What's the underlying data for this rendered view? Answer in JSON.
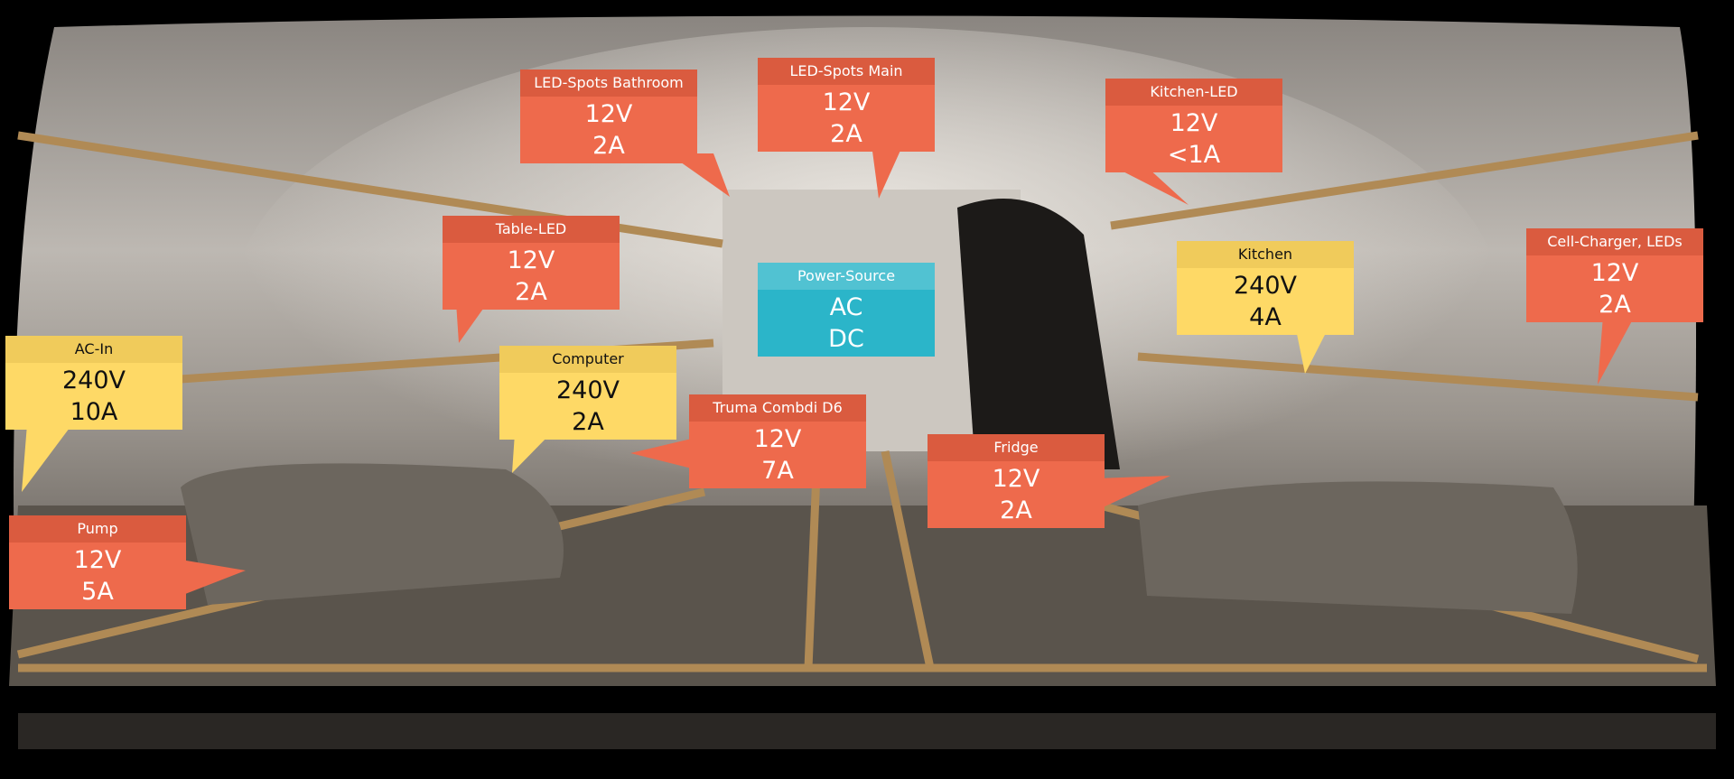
{
  "colors": {
    "current_12v": "#EE6A4C",
    "ac_240v": "#FED966",
    "power_source": "#2BB5C9"
  },
  "callouts": {
    "led_spots_bathroom": {
      "title": "LED-Spots Bathroom",
      "voltage": "12V",
      "current": "2A"
    },
    "led_spots_main": {
      "title": "LED-Spots Main",
      "voltage": "12V",
      "current": "2A"
    },
    "kitchen_led": {
      "title": "Kitchen-LED",
      "voltage": "12V",
      "current": "<1A"
    },
    "table_led": {
      "title": "Table-LED",
      "voltage": "12V",
      "current": "2A"
    },
    "power_source": {
      "title": "Power-Source",
      "voltage": "AC",
      "current": "DC"
    },
    "kitchen": {
      "title": "Kitchen",
      "voltage": "240V",
      "current": "4A"
    },
    "cell_charger": {
      "title": "Cell-Charger, LEDs",
      "voltage": "12V",
      "current": "2A"
    },
    "ac_in": {
      "title": "AC-In",
      "voltage": "240V",
      "current": "10A"
    },
    "computer": {
      "title": "Computer",
      "voltage": "240V",
      "current": "2A"
    },
    "truma": {
      "title": "Truma Combdi D6",
      "voltage": "12V",
      "current": "7A"
    },
    "fridge": {
      "title": "Fridge",
      "voltage": "12V",
      "current": "2A"
    },
    "pump": {
      "title": "Pump",
      "voltage": "12V",
      "current": "5A"
    }
  }
}
